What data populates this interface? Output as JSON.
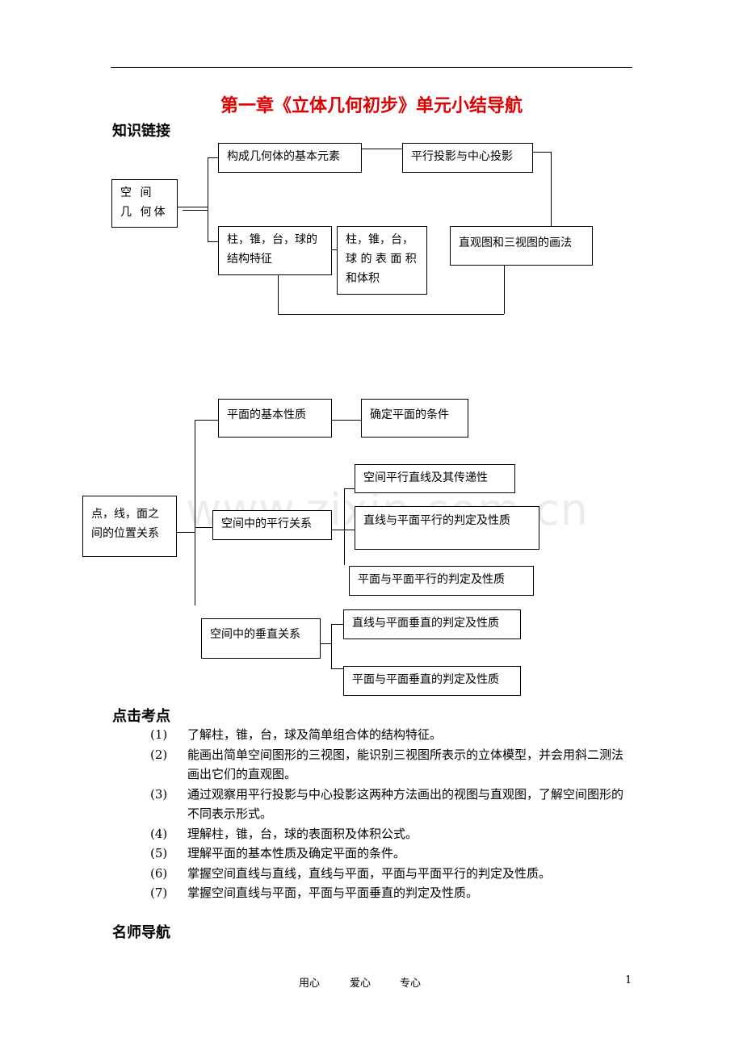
{
  "title": "第一章《立体几何初步》单元小结导航",
  "sections": {
    "knowledge": "知识链接",
    "exam_points": "点击考点",
    "teacher_guide": "名师导航"
  },
  "diagram1": {
    "root": "空 间 几 何体",
    "elements": "构成几何体的基本元素",
    "projection": "平行投影与中心投影",
    "structure": "柱，锥，台，球的结构特征",
    "area_volume": "柱，锥，台，球 的 表 面 积 和体积",
    "drawing": "直观图和三视图的画法"
  },
  "diagram2": {
    "root": "点，线，面之间的位置关系",
    "plane_props": "平面的基本性质",
    "plane_cond": "确定平面的条件",
    "parallel": "空间中的平行关系",
    "parallel_lines": "空间平行直线及其传递性",
    "line_plane_parallel": "直线与平面平行的判定及性质",
    "plane_plane_parallel": "平面与平面平行的判定及性质",
    "perpendicular": "空间中的垂直关系",
    "line_plane_perp": "直线与平面垂直的判定及性质",
    "plane_plane_perp": "平面与平面垂直的判定及性质"
  },
  "exam_points": [
    {
      "num": "(1)",
      "text": "了解柱，锥，台，球及简单组合体的结构特征。"
    },
    {
      "num": "(2)",
      "text": "能画出简单空间图形的三视图，能识别三视图所表示的立体模型，并会用斜二测法画出它们的直观图。"
    },
    {
      "num": "(3)",
      "text": "通过观察用平行投影与中心投影这两种方法画出的视图与直观图，了解空间图形的不同表示形式。"
    },
    {
      "num": "(4)",
      "text": "理解柱，锥，台，球的表面积及体积公式。"
    },
    {
      "num": "(5)",
      "text": "理解平面的基本性质及确定平面的条件。"
    },
    {
      "num": "(6)",
      "text": "掌握空间直线与直线，直线与平面，平面与平面平行的判定及性质。"
    },
    {
      "num": "(7)",
      "text": "掌握空间直线与平面，平面与平面垂直的判定及性质。"
    }
  ],
  "watermark": "www.zixin.com.cn",
  "footer": {
    "a": "用心",
    "b": "爱心",
    "c": "专心",
    "page": "1"
  }
}
